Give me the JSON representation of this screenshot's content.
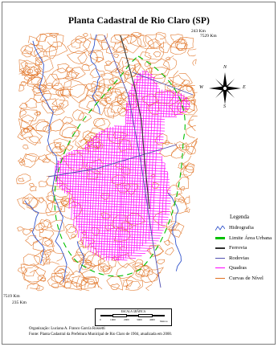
{
  "map": {
    "title": "Planta Cadastral de Rio Claro (SP)",
    "coordinates": {
      "top_easting": "243 Km",
      "top_northing": "7529 Km",
      "bottom_northing": "7519 Km",
      "bottom_easting": "235 Km"
    },
    "compass": {
      "north": "N",
      "south": "S",
      "east": "E",
      "west": "W"
    },
    "legend": {
      "title": "Legenda",
      "items": [
        {
          "label": "Hidrografia",
          "color": "#3355cc"
        },
        {
          "label": "Limite Área Urbana",
          "color": "#00c000"
        },
        {
          "label": "Ferrovia",
          "color": "#303030"
        },
        {
          "label": "Rodovias",
          "color": "#5050b0"
        },
        {
          "label": "Quadras",
          "color": "#ff00ff"
        },
        {
          "label": "Curvas de Nível",
          "color": "#e07020"
        }
      ]
    },
    "scale": {
      "title": "ESCALA GRÁFICA",
      "ticks": [
        "0",
        "1000",
        "2000",
        "3000",
        "4000",
        "Metros"
      ]
    },
    "credits": {
      "organization": "Organização: Luciana A. Franco García Rossetti",
      "source": "Fonte: Planta Cadastral da Prefeitura Municipal de Rio Claro de 1904, atualizada em 2000."
    }
  }
}
